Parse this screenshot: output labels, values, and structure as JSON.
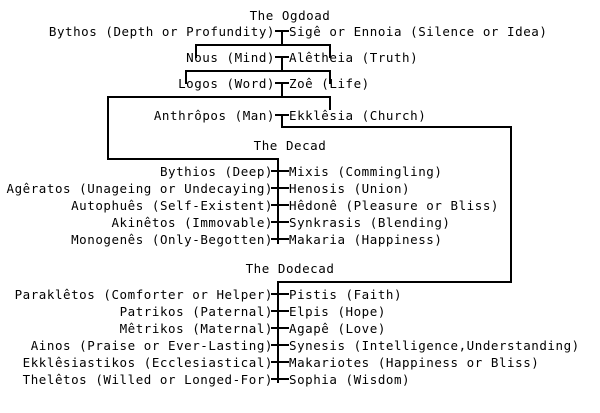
{
  "diagram": {
    "title_ogdoad": "The Ogdoad",
    "title_decad": "The Decad",
    "title_dodecad": "The Dodecad",
    "ogdoad": {
      "pairs": [
        {
          "left": "Bythos (Depth or Profundity)",
          "right": "Sigê or Ennoia (Silence or Idea)"
        },
        {
          "left": "Nous (Mind)",
          "right": "Alêtheia (Truth)"
        },
        {
          "left": "Logos (Word)",
          "right": "Zoê (Life)"
        },
        {
          "left": "Anthrôpos (Man)",
          "right": "Ekklêsia (Church)"
        }
      ]
    },
    "decad": {
      "pairs": [
        {
          "left": "Bythios (Deep)",
          "right": "Mixis (Commingling)"
        },
        {
          "left": "Agêratos (Unageing or Undecaying)",
          "right": "Henosis (Union)"
        },
        {
          "left": "Autophuês (Self-Existent)",
          "right": "Hêdonê (Pleasure or Bliss)"
        },
        {
          "left": "Akinêtos (Immovable)",
          "right": "Synkrasis (Blending)"
        },
        {
          "left": "Monogenês (Only-Begotten)",
          "right": "Makaria (Happiness)"
        }
      ]
    },
    "dodecad": {
      "pairs": [
        {
          "left": "Paraklêtos (Comforter or Helper)",
          "right": "Pistis (Faith)"
        },
        {
          "left": "Patrikos (Paternal)",
          "right": "Elpis (Hope)"
        },
        {
          "left": "Mêtrikos (Maternal)",
          "right": "Agapê (Love)"
        },
        {
          "left": "Ainos (Praise or Ever-Lasting)",
          "right": "Synesis (Intelligence,Understanding)"
        },
        {
          "left": "Ekklêsiastikos (Ecclesiastical)",
          "right": "Makariotes (Happiness or Bliss)"
        },
        {
          "left": "Thelêtos (Willed or Longed-For)",
          "right": "Sophia (Wisdom)"
        }
      ]
    },
    "colors": {
      "ink": "#000000",
      "background": "#ffffff"
    }
  }
}
